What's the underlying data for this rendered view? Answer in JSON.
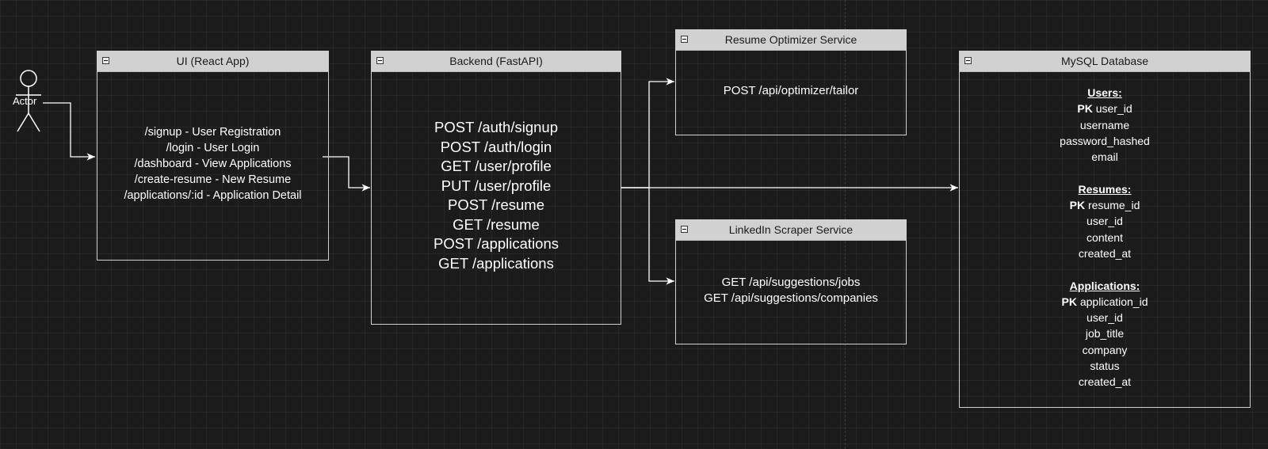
{
  "actor": {
    "label": "Actor"
  },
  "ui": {
    "title": "UI (React App)",
    "routes": [
      "/signup - User Registration",
      "/login - User Login",
      "/dashboard - View Applications",
      "/create-resume - New Resume",
      "/applications/:id - Application Detail"
    ]
  },
  "backend": {
    "title": "Backend (FastAPI)",
    "endpoints": [
      "POST /auth/signup",
      "POST /auth/login",
      "GET /user/profile",
      "PUT /user/profile",
      "POST /resume",
      "GET /resume",
      "POST /applications",
      "GET /applications"
    ]
  },
  "optimizer": {
    "title": "Resume Optimizer Service",
    "endpoints": [
      "POST /api/optimizer/tailor"
    ]
  },
  "scraper": {
    "title": "LinkedIn Scraper Service",
    "endpoints": [
      "GET /api/suggestions/jobs",
      "GET /api/suggestions/companies"
    ]
  },
  "database": {
    "title": "MySQL Database",
    "pk_marker": "PK",
    "tables": [
      {
        "name": "Users:",
        "pk": "user_id",
        "fields": [
          "username",
          "password_hashed",
          "email"
        ]
      },
      {
        "name": "Resumes:",
        "pk": "resume_id",
        "fields": [
          "user_id",
          "content",
          "created_at"
        ]
      },
      {
        "name": "Applications:",
        "pk": "application_id",
        "fields": [
          "user_id",
          "job_title",
          "company",
          "status",
          "created_at"
        ]
      }
    ]
  },
  "colors": {
    "canvas_background": "#1b1b1b",
    "grid": "#262626",
    "box_border": "#d0d0d0",
    "header_fill": "#d1d1d1",
    "header_text": "#1a1a1a",
    "connector": "#ffffff",
    "text": "#ffffff"
  },
  "icons": [
    "collapse-icon",
    "stick-figure-icon",
    "arrowhead-icon"
  ]
}
